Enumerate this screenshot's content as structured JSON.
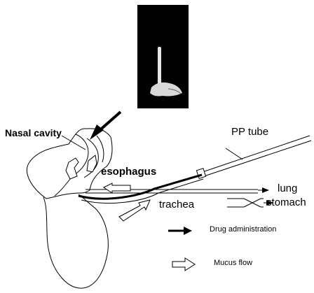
{
  "labels": {
    "nasal_cavity": "Nasal cavity",
    "pp_tube": "PP tube",
    "esophagus": "esophagus",
    "lung": "lung",
    "trachea": "trachea",
    "stomach": "stomach"
  },
  "legend": {
    "drug_administration": "Drug administration",
    "mucus_flow": "Mucus flow"
  },
  "colors": {
    "line": "#000000",
    "photo_background": "#000000",
    "background": "#ffffff"
  }
}
